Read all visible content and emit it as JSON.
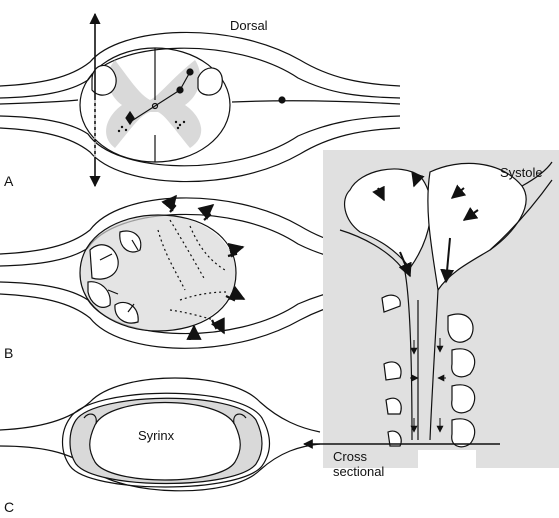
{
  "figure": {
    "panel_labels": {
      "a": "A",
      "b": "B",
      "c": "C"
    },
    "labels": {
      "dorsal": "Dorsal",
      "systole": "Systole",
      "syrinx": "Syrinx",
      "cross_line1": "Cross",
      "cross_line2": "sectional"
    },
    "colors": {
      "line": "#111111",
      "gray_matter": "#d9d9d9",
      "sagittal_panel_bg": "#e0e0e0"
    }
  }
}
